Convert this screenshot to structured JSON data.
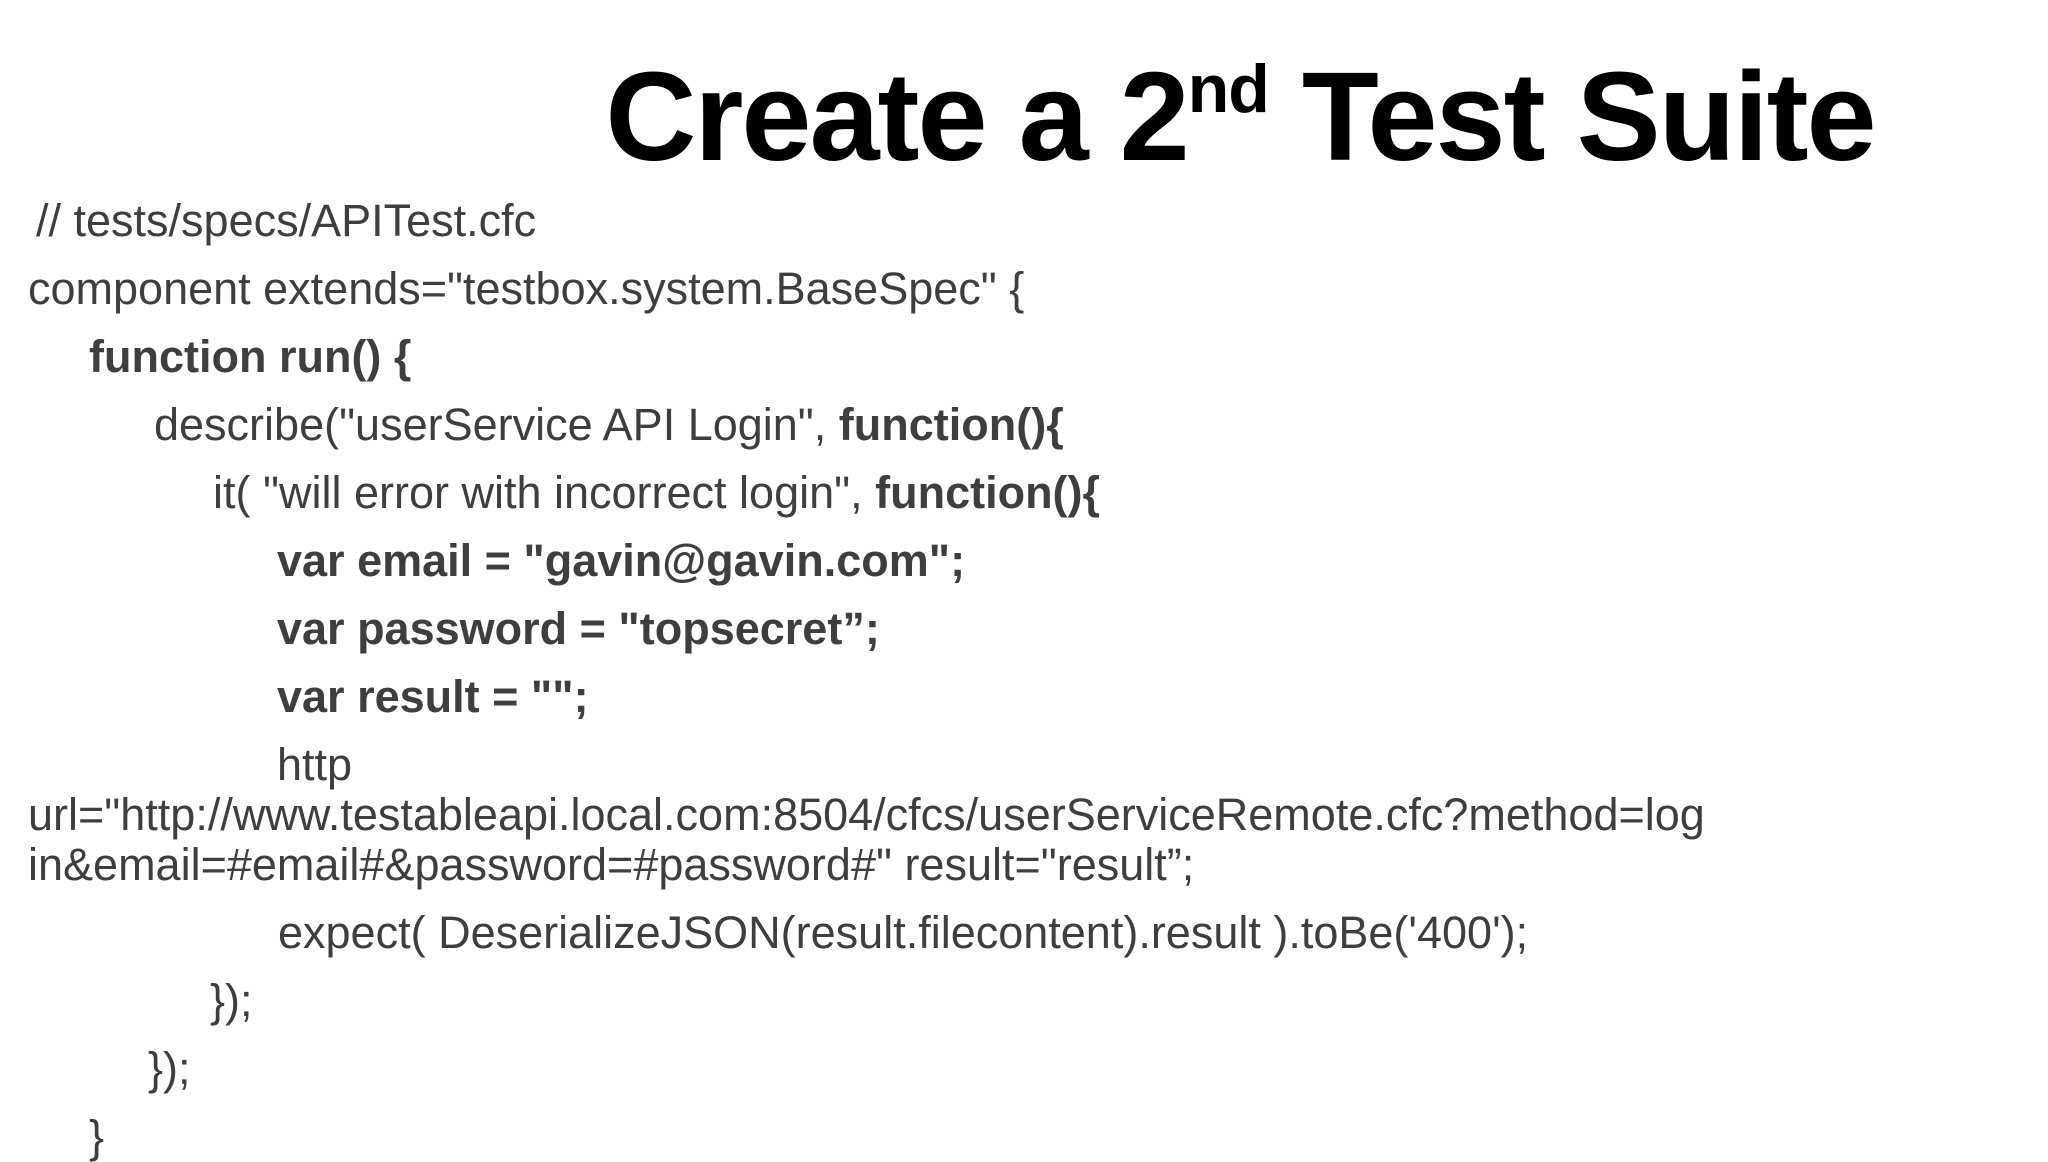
{
  "slide": {
    "background_color": "#ffffff",
    "title": {
      "prefix": "Create a 2",
      "superscript": "nd",
      "suffix": " Test Suite",
      "color": "#000000"
    },
    "code_color": "#3e3e3e"
  },
  "code_lines": [
    {
      "indent": 36,
      "tight": false,
      "segments": [
        {
          "text": "// tests/specs/APITest.cfc",
          "bold": false
        }
      ]
    },
    {
      "indent": 28,
      "tight": false,
      "segments": [
        {
          "text": "component extends=\"testbox.system.BaseSpec\" {",
          "bold": false
        }
      ]
    },
    {
      "indent": 89,
      "tight": false,
      "segments": [
        {
          "text": "function run() {",
          "bold": true
        }
      ]
    },
    {
      "indent": 154,
      "tight": false,
      "segments": [
        {
          "text": "describe(\"userService API Login\", ",
          "bold": false
        },
        {
          "text": "function(){",
          "bold": true
        }
      ]
    },
    {
      "indent": 213,
      "tight": false,
      "segments": [
        {
          "text": "it( \"will error with incorrect login\", ",
          "bold": false
        },
        {
          "text": "function(){",
          "bold": true
        }
      ]
    },
    {
      "indent": 277,
      "tight": false,
      "segments": [
        {
          "text": "var email = \"gavin@gavin.com\";",
          "bold": true
        }
      ]
    },
    {
      "indent": 277,
      "tight": false,
      "segments": [
        {
          "text": "var password = \"topsecret”;",
          "bold": true
        }
      ]
    },
    {
      "indent": 277,
      "tight": false,
      "segments": [
        {
          "text": "var result = \"\";",
          "bold": true
        }
      ]
    },
    {
      "indent": 277,
      "tight": false,
      "segments": [
        {
          "text": "http",
          "bold": false
        }
      ]
    },
    {
      "indent": 28,
      "tight": true,
      "segments": [
        {
          "text": "url=\"http://www.testableapi.local.com:8504/cfcs/userServiceRemote.cfc?method=log",
          "bold": false
        }
      ]
    },
    {
      "indent": 28,
      "tight": true,
      "segments": [
        {
          "text": "in&email=#email#&password=#password#\" result=\"result”;",
          "bold": false
        }
      ]
    },
    {
      "indent": 278,
      "tight": false,
      "segments": [
        {
          "text": "expect( DeserializeJSON(result.filecontent).result ).toBe('400');",
          "bold": false
        }
      ]
    },
    {
      "indent": 210,
      "tight": false,
      "segments": [
        {
          "text": "});",
          "bold": false
        }
      ]
    },
    {
      "indent": 148,
      "tight": false,
      "segments": [
        {
          "text": "});",
          "bold": false
        }
      ]
    },
    {
      "indent": 89,
      "tight": false,
      "segments": [
        {
          "text": "}",
          "bold": false
        }
      ]
    }
  ]
}
